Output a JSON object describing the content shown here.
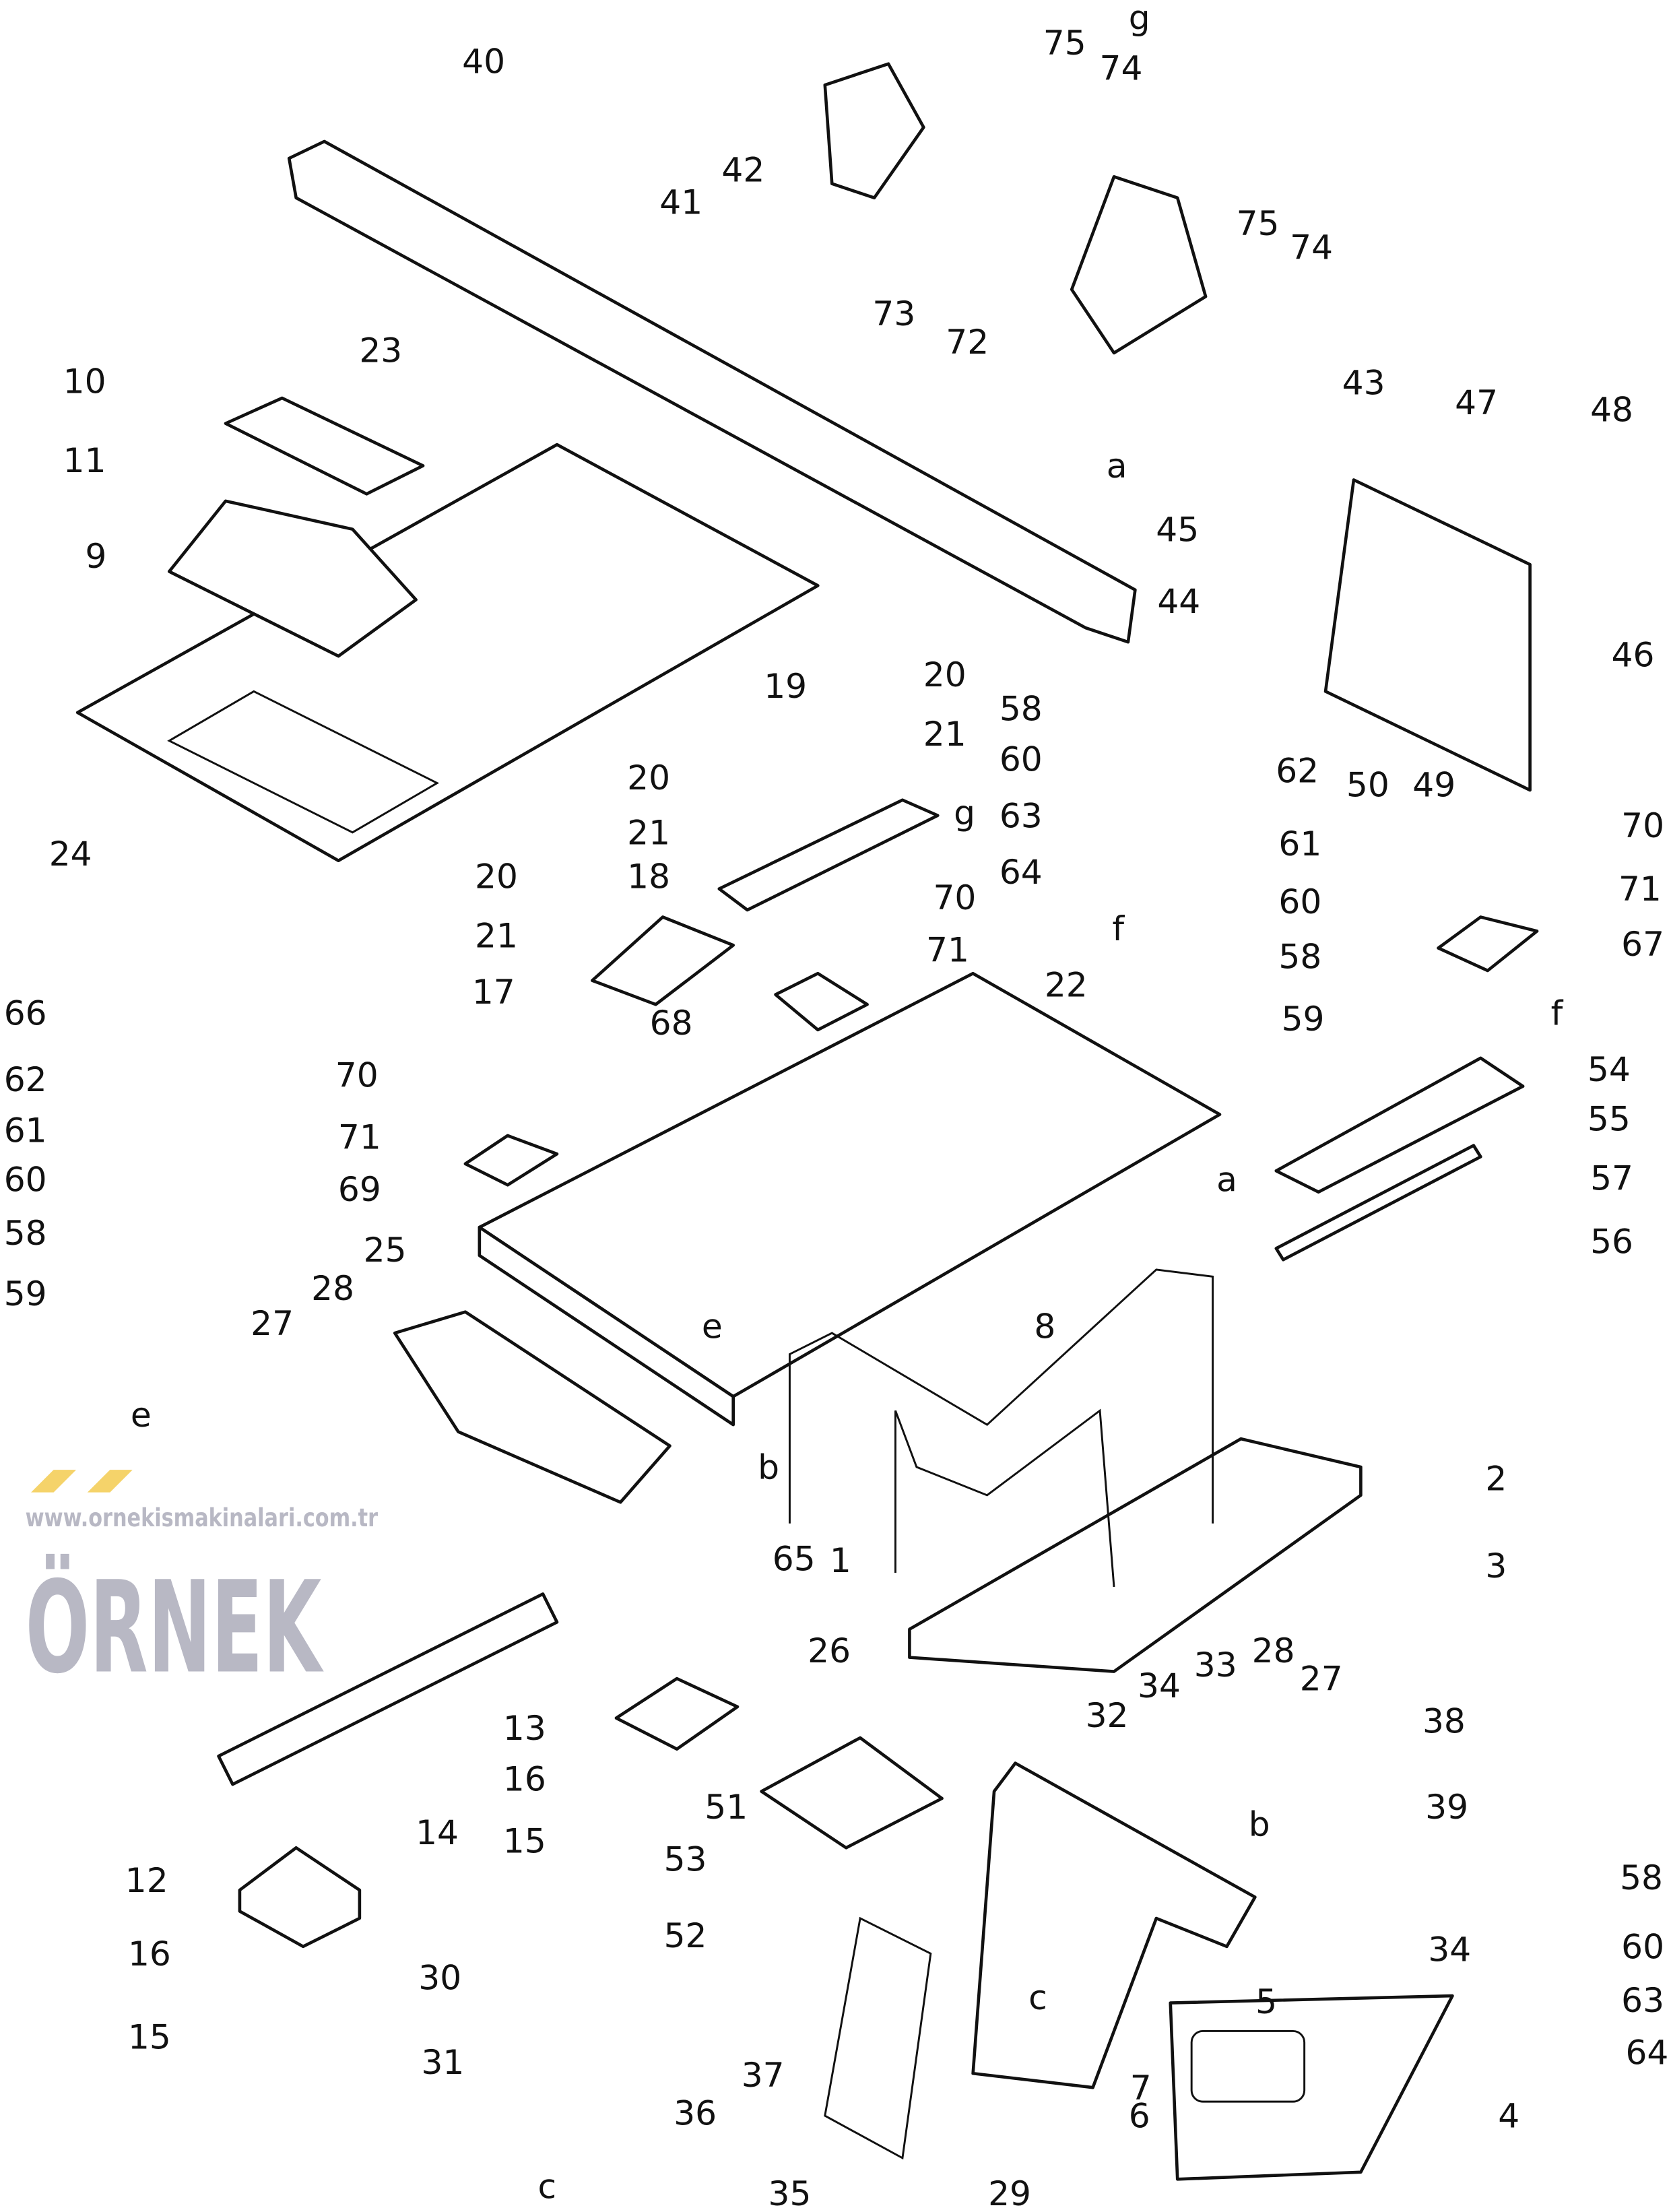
{
  "diagram": {
    "type": "exploded parts diagram",
    "labels": [
      "40",
      "75",
      "74",
      "g",
      "41",
      "42",
      "73",
      "72",
      "75",
      "74",
      "23",
      "10",
      "11",
      "9",
      "43",
      "47",
      "48",
      "a",
      "45",
      "44",
      "46",
      "20",
      "19",
      "58",
      "21",
      "60",
      "62",
      "50",
      "49",
      "20",
      "g",
      "63",
      "24",
      "21",
      "70",
      "61",
      "18",
      "64",
      "20",
      "70",
      "71",
      "60",
      "22",
      "67",
      "21",
      "71",
      "58",
      "f",
      "66",
      "17",
      "68",
      "59",
      "f",
      "54",
      "62",
      "70",
      "55",
      "61",
      "71",
      "a",
      "57",
      "60",
      "69",
      "58",
      "56",
      "25",
      "8",
      "59",
      "27",
      "28",
      "e",
      "e",
      "b",
      "2",
      "65",
      "1",
      "3",
      "26",
      "28",
      "27",
      "34",
      "33",
      "38",
      "32",
      "13",
      "16",
      "51",
      "b",
      "39",
      "14",
      "15",
      "53",
      "58",
      "12",
      "34",
      "60",
      "52",
      "30",
      "16",
      "c",
      "5",
      "63",
      "15",
      "31",
      "37",
      "36",
      "64",
      "6",
      "7",
      "4",
      "c",
      "35",
      "29"
    ]
  },
  "watermark": {
    "brand": "ÖRNEK",
    "url": "www.ornekismakinalari.com.tr",
    "accent": "#f5d36a"
  }
}
